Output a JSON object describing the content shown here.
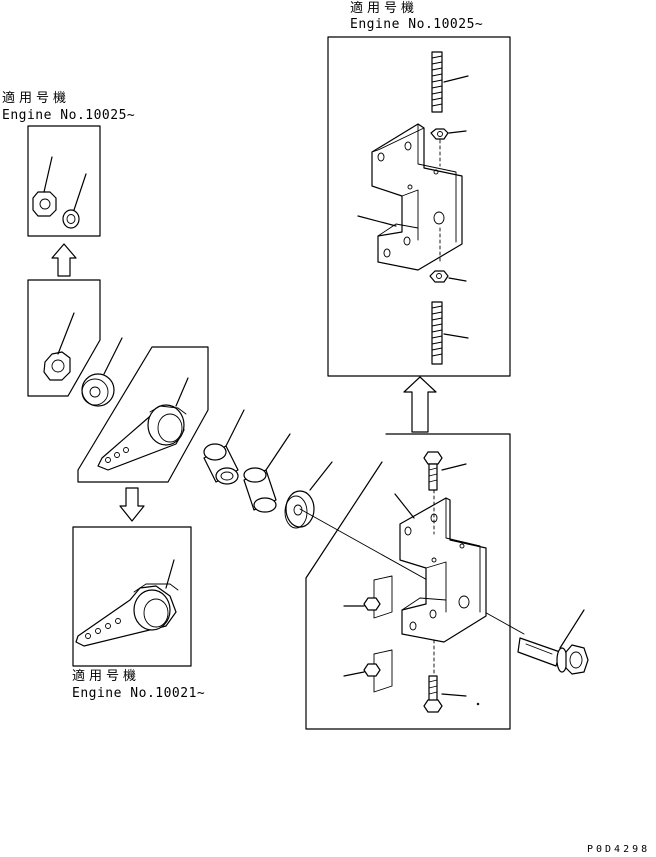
{
  "callouts": {
    "top_right": {
      "jp": "適用号機",
      "en": "Engine No.10025~"
    },
    "top_left": {
      "jp": "適用号機",
      "en": "Engine No.10025~"
    },
    "bottom_left": {
      "jp": "適用号機",
      "en": "Engine No.10021~"
    }
  },
  "drawing_code": "P0D4298"
}
